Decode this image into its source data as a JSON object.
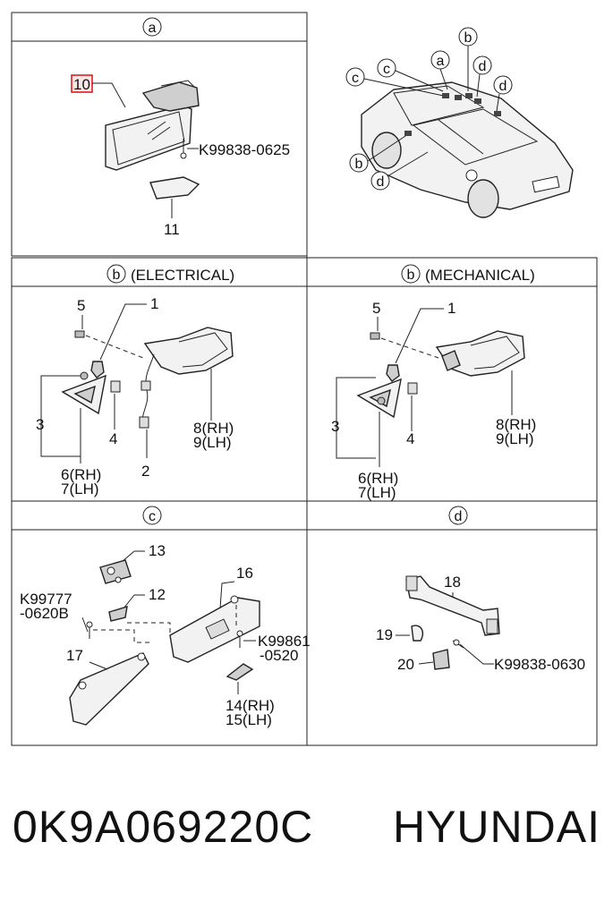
{
  "sections": {
    "a": {
      "letter": "a"
    },
    "b_electrical": {
      "letter": "b",
      "title": "(ELECTRICAL)"
    },
    "b_mechanical": {
      "letter": "b",
      "title": "(MECHANICAL)"
    },
    "c": {
      "letter": "c"
    },
    "d": {
      "letter": "d"
    }
  },
  "car_callouts": [
    "c",
    "c",
    "a",
    "b",
    "d",
    "d",
    "b",
    "d"
  ],
  "labels": {
    "a_10": "10",
    "a_bolt": "K99838-0625",
    "a_11": "11",
    "be_5": "5",
    "be_1": "1",
    "be_3": "3",
    "be_4": "4",
    "be_6": "6(RH)",
    "be_7": "7(LH)",
    "be_8": "8(RH)",
    "be_9": "9(LH)",
    "be_2": "2",
    "bm_5": "5",
    "bm_1": "1",
    "bm_3": "3",
    "bm_4": "4",
    "bm_6": "6(RH)",
    "bm_7": "7(LH)",
    "bm_8": "8(RH)",
    "bm_9": "9(LH)",
    "c_13": "13",
    "c_12": "12",
    "c_16": "16",
    "c_17": "17",
    "c_bolt1_a": "K99777",
    "c_bolt1_b": "-0620B",
    "c_bolt2_a": "K99861",
    "c_bolt2_b": "-0520",
    "c_14": "14(RH)",
    "c_15": "15(LH)",
    "d_18": "18",
    "d_19": "19",
    "d_20": "20",
    "d_bolt": "K99838-0630"
  },
  "footer": {
    "part_number": "0K9A069220C",
    "brand": "HYUNDAI"
  }
}
